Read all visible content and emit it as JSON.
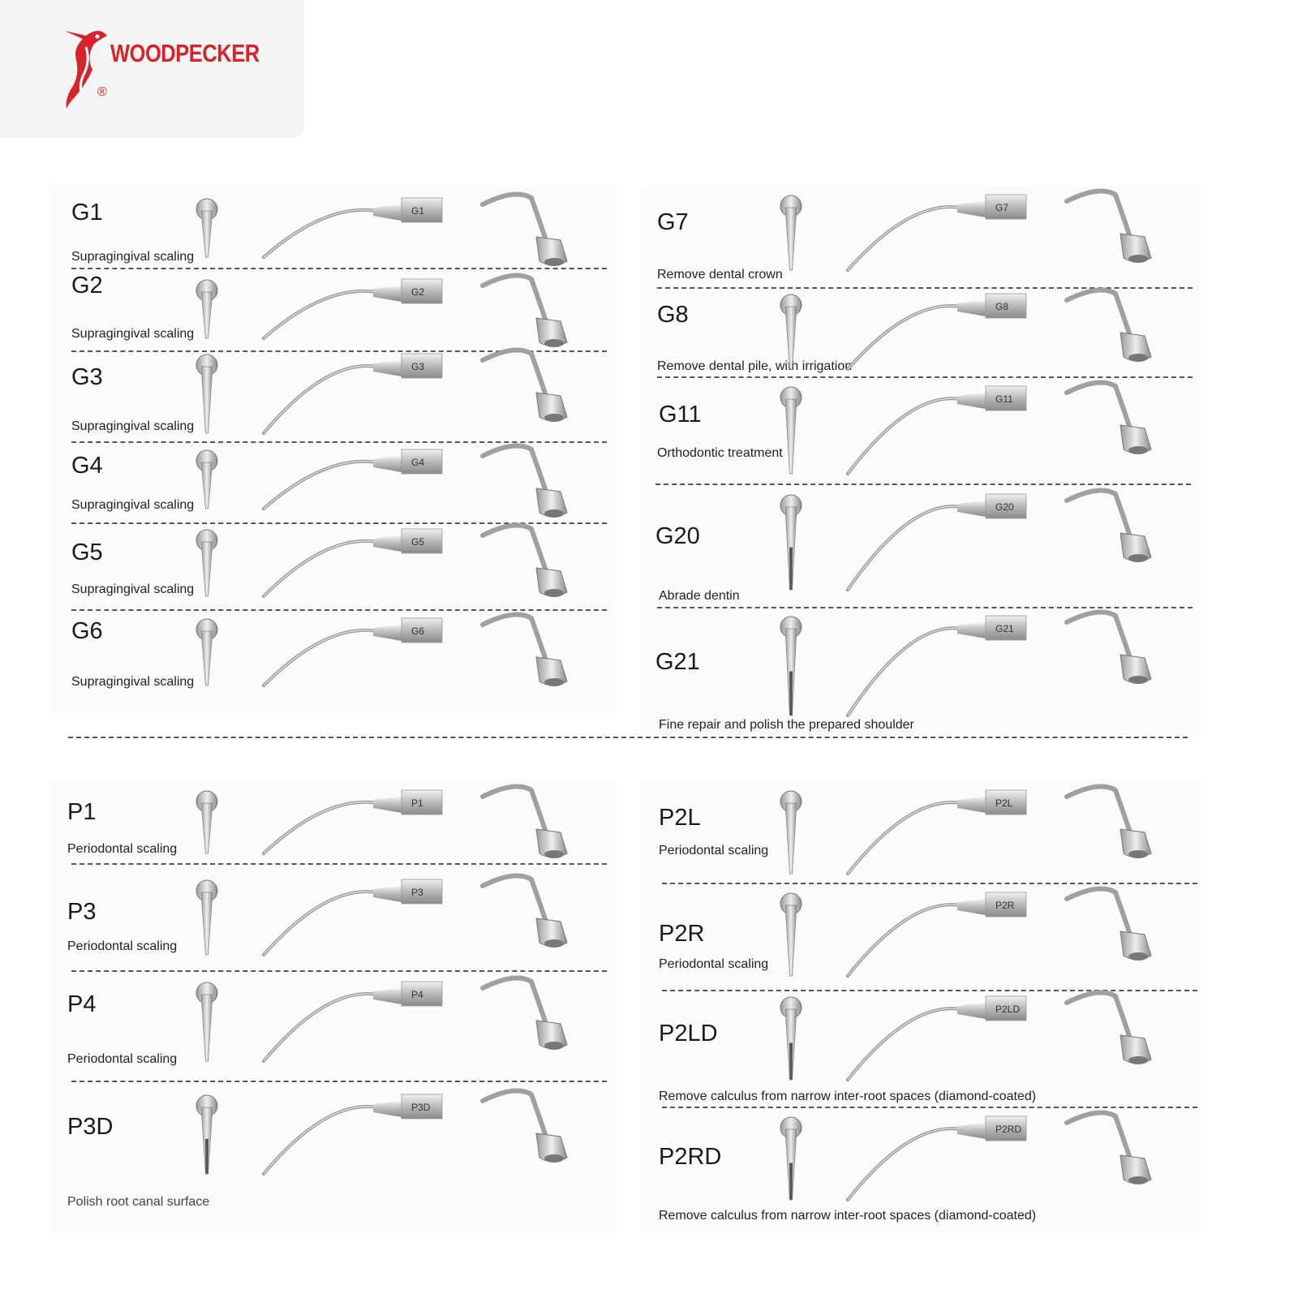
{
  "brand": {
    "name": "WOODPECKER",
    "reg": "®",
    "color": "#d8232a"
  },
  "left_g": [
    {
      "code": "G1",
      "desc": "Supragingival scaling"
    },
    {
      "code": "G2",
      "desc": "Supragingival scaling"
    },
    {
      "code": "G3",
      "desc": "Supragingival scaling"
    },
    {
      "code": "G4",
      "desc": "Supragingival scaling"
    },
    {
      "code": "G5",
      "desc": "Supragingival scaling"
    },
    {
      "code": "G6",
      "desc": "Supragingival scaling"
    }
  ],
  "right_g": [
    {
      "code": "G7",
      "desc": "Remove dental crown"
    },
    {
      "code": "G8",
      "desc": "Remove dental pile, with irrigation"
    },
    {
      "code": "G11",
      "desc": "Orthodontic treatment"
    },
    {
      "code": "G20",
      "desc": "Abrade dentin"
    },
    {
      "code": "G21",
      "desc": "Fine repair and polish the prepared shoulder"
    }
  ],
  "left_p": [
    {
      "code": "P1",
      "desc": "Periodontal scaling"
    },
    {
      "code": "P3",
      "desc": "Periodontal scaling"
    },
    {
      "code": "P4",
      "desc": "Periodontal scaling"
    },
    {
      "code": "P3D",
      "desc": "Polish root canal surface"
    }
  ],
  "right_p": [
    {
      "code": "P2L",
      "desc": "Periodontal scaling"
    },
    {
      "code": "P2R",
      "desc": "Periodontal scaling"
    },
    {
      "code": "P2LD",
      "desc": "Remove calculus from narrow inter-root spaces (diamond-coated)"
    },
    {
      "code": "P2RD",
      "desc": "Remove calculus from narrow inter-root spaces (diamond-coated)"
    }
  ]
}
